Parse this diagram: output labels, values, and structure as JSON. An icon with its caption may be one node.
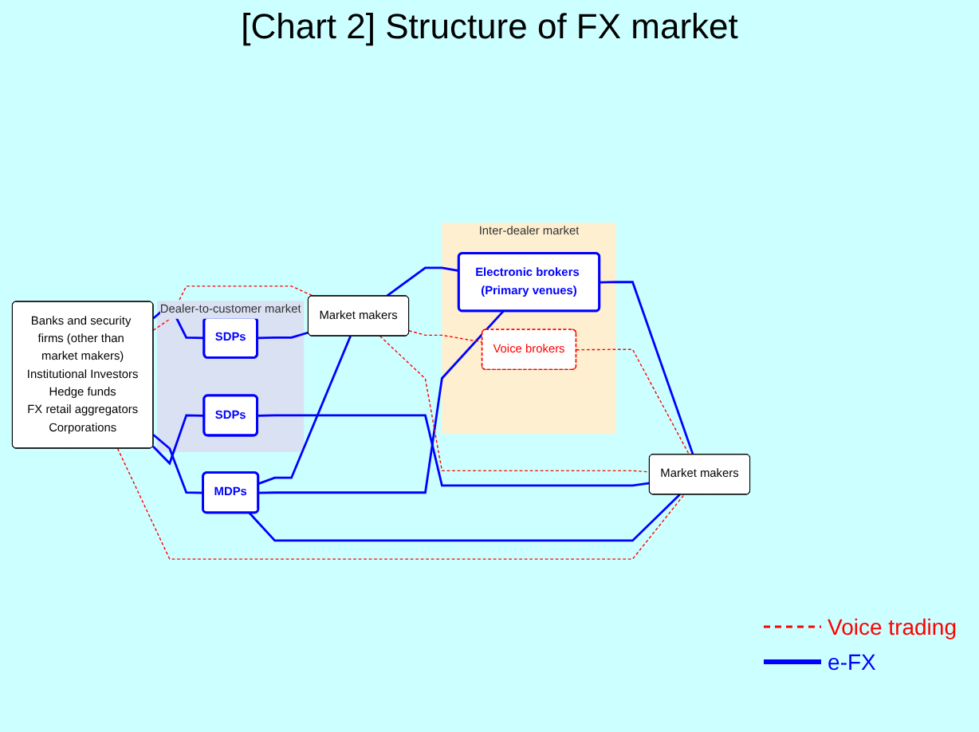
{
  "diagram": {
    "title": "[Chart 2] Structure of FX market",
    "nodes": [
      {
        "text": [
          "Dealer-to-customer market"
        ]
      },
      {
        "text": [
          "Inter-dealer market"
        ]
      },
      {
        "text": [
          "Banks and security firms (other than market makers)",
          "Institutional Investors",
          "Hedge funds",
          "FX retail aggregators",
          "Corporations"
        ]
      },
      {
        "text": [
          "SDPs"
        ],
        "in": 0
      },
      {
        "text": [
          "Market makers"
        ]
      },
      {
        "text": [
          "MDPs"
        ]
      },
      {
        "text": [
          "Electronic brokers (Primary venues)"
        ],
        "in": 1
      },
      {
        "text": [
          "Voice brokers"
        ],
        "in": 1
      },
      {
        "text": [
          "Market makers"
        ]
      },
      {
        "text": [
          "SDPs"
        ],
        "in": 0
      }
    ],
    "edges": [
      {
        "from": 2,
        "to": 3,
        "arrow": "none"
      },
      {
        "from": 3,
        "to": 4,
        "arrow": "none"
      },
      {
        "from": 2,
        "to": 4,
        "arrow": "none",
        "style": "dashed",
        "color": "#ff0000"
      },
      {
        "from": 2,
        "to": 5,
        "arrow": "none"
      },
      {
        "from": 5,
        "to": 4,
        "arrow": "none"
      },
      {
        "from": 5,
        "to": 6,
        "arrow": "none"
      },
      {
        "from": 5,
        "to": 8,
        "arrow": "none"
      },
      {
        "from": 4,
        "to": 6,
        "arrow": "none"
      },
      {
        "from": 6,
        "to": 8,
        "arrow": "none"
      },
      {
        "from": 4,
        "to": 7,
        "arrow": "none",
        "style": "dashed",
        "color": "#ff0000"
      },
      {
        "from": 7,
        "to": 8,
        "arrow": "none",
        "style": "dashed",
        "color": "#ff0000"
      },
      {
        "from": 4,
        "to": 8,
        "arrow": "none",
        "style": "dashed",
        "color": "#ff0000"
      },
      {
        "from": 2,
        "to": 9,
        "arrow": "none"
      },
      {
        "from": 9,
        "to": 8,
        "arrow": "none"
      },
      {
        "from": 2,
        "to": 8,
        "arrow": "none",
        "style": "dashed",
        "color": "#ff0000"
      }
    ],
    "legend": [
      {
        "text": "Voice trading"
      },
      {
        "text": "e-FX"
      }
    ]
  }
}
